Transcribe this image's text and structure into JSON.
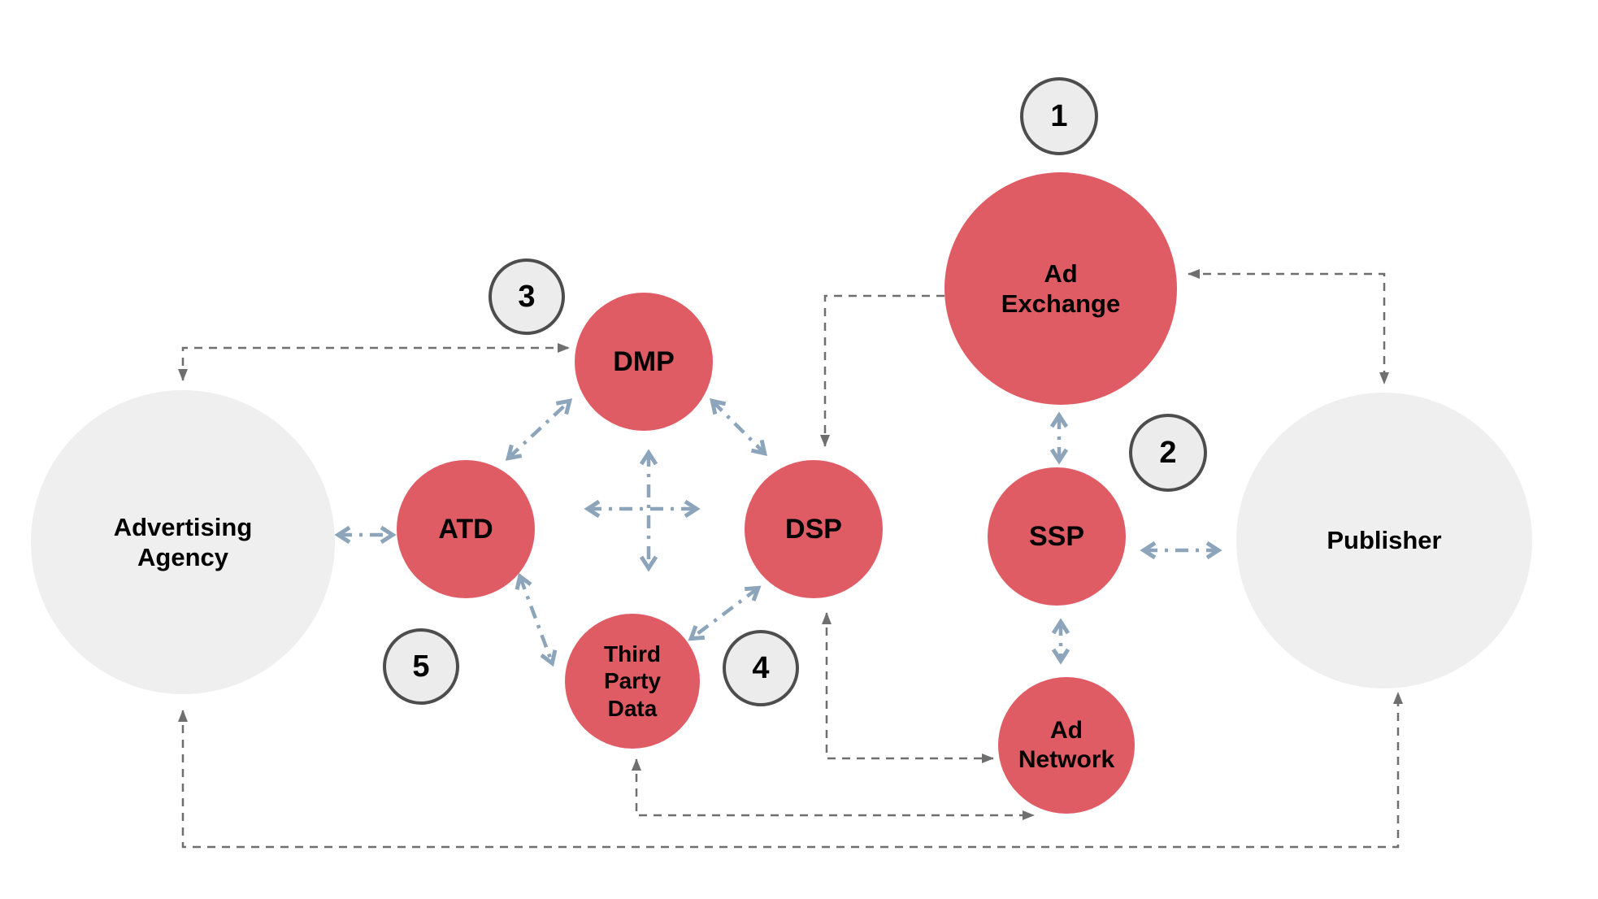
{
  "diagram": {
    "nodes": {
      "advertising_agency": {
        "label": "Advertising\nAgency"
      },
      "atd": {
        "label": "ATD"
      },
      "dmp": {
        "label": "DMP"
      },
      "third_party_data": {
        "label": "Third\nParty\nData"
      },
      "dsp": {
        "label": "DSP"
      },
      "ad_exchange": {
        "label": "Ad\nExchange"
      },
      "ssp": {
        "label": "SSP"
      },
      "ad_network": {
        "label": "Ad\nNetwork"
      },
      "publisher": {
        "label": "Publisher"
      }
    },
    "badges": {
      "b1": "1",
      "b2": "2",
      "b3": "3",
      "b4": "4",
      "b5": "5"
    }
  },
  "colors": {
    "node-red": "#e05c65",
    "node-gray": "#efefef",
    "badge-fill": "#ececec",
    "badge-border": "#4d4d4d",
    "arrow-gray": "#6f6f6f",
    "arrow-blue": "#8ca5bb",
    "label-color": "#000000",
    "bg": "#ffffff"
  }
}
